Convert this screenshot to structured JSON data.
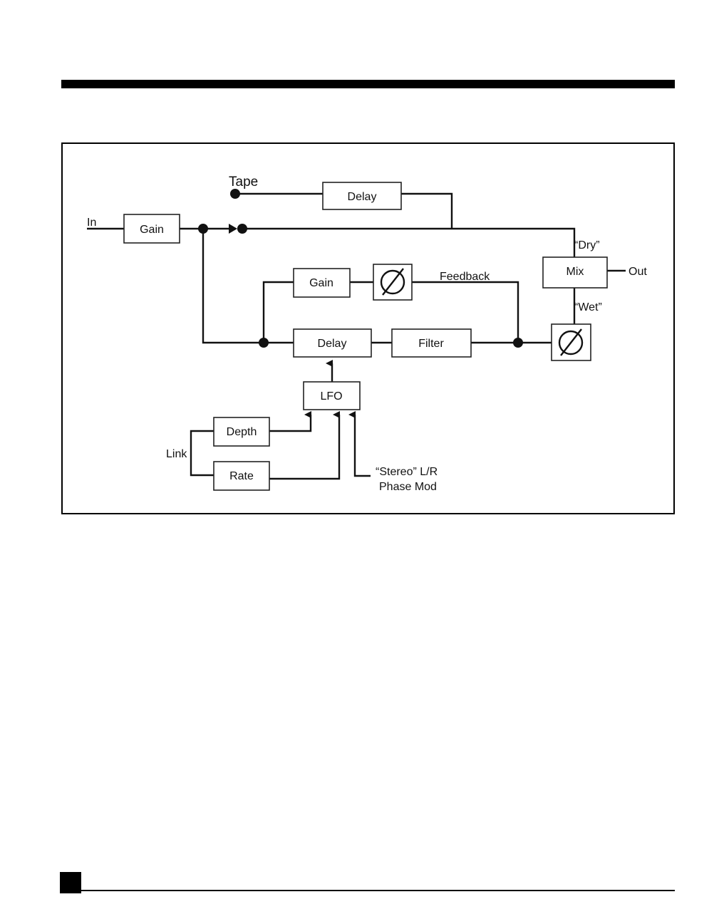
{
  "diagram": {
    "labels": {
      "in": "In",
      "out": "Out",
      "tape": "Tape",
      "feedback": "Feedback",
      "dry": "“Dry”",
      "wet": "“Wet”",
      "link": "Link",
      "stereo_line1": "“Stereo” L/R",
      "stereo_line2": "Phase Mod"
    },
    "blocks": {
      "input_gain": "Gain",
      "tape_delay": "Delay",
      "feedback_gain": "Gain",
      "main_delay": "Delay",
      "filter": "Filter",
      "mix": "Mix",
      "lfo": "LFO",
      "depth": "Depth",
      "rate": "Rate"
    },
    "icons": {
      "feedback_phase": "phase-invert-icon",
      "wet_phase": "phase-invert-icon"
    }
  }
}
